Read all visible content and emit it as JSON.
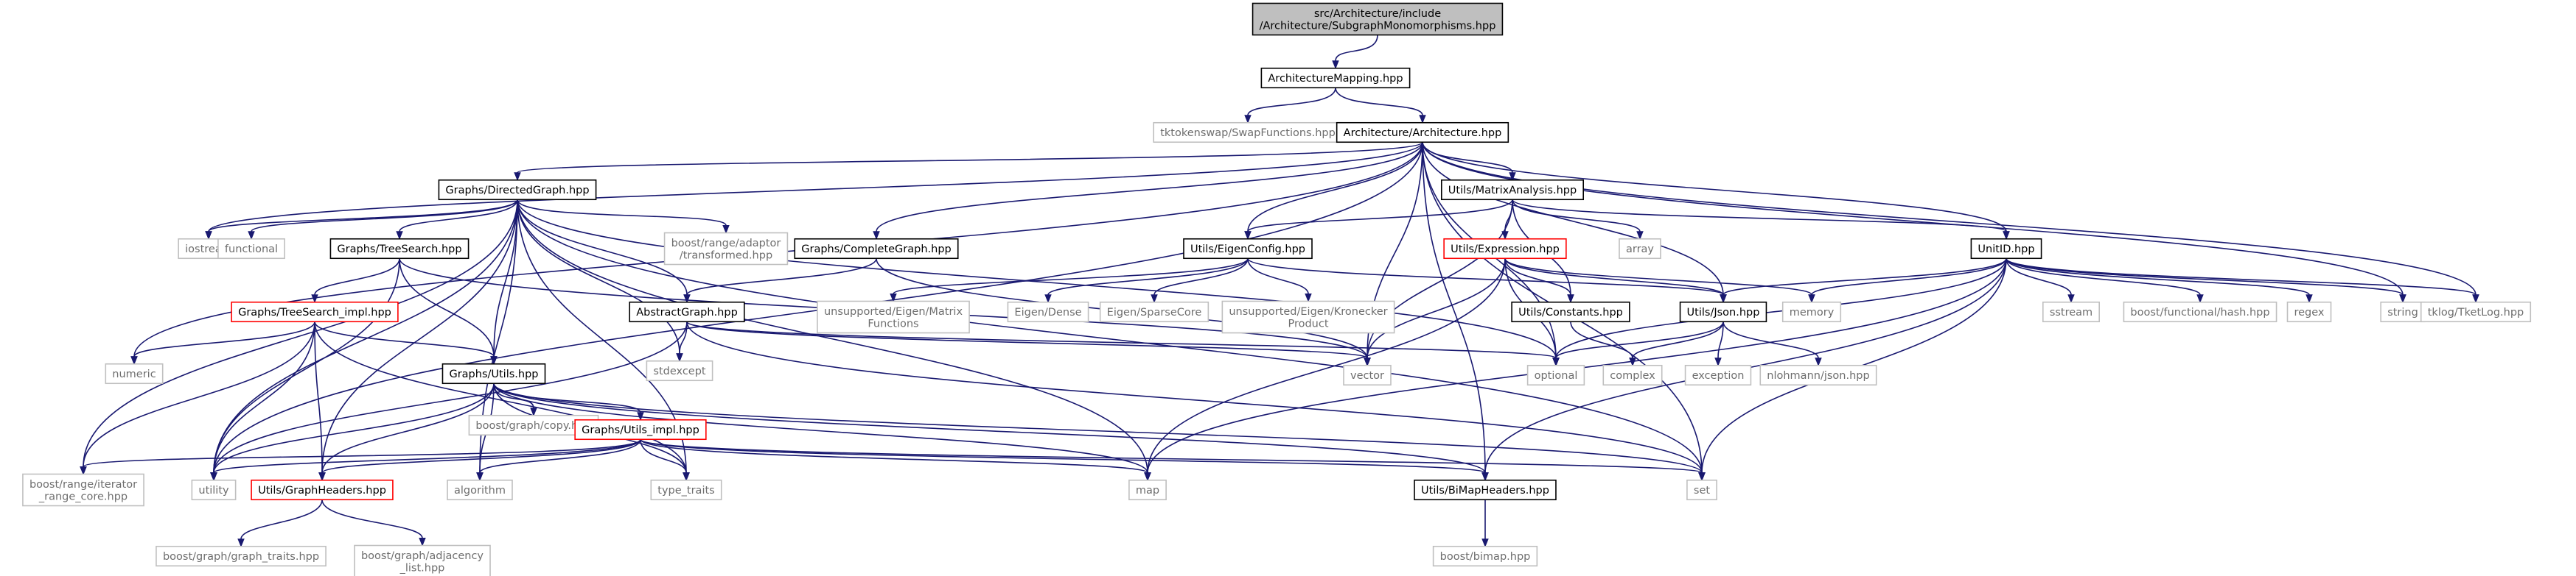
{
  "colors": {
    "edge": "#191970",
    "node_border": "#000000",
    "node_border_red": "#ff0000",
    "node_border_external": "#bfbfbf",
    "node_fill": "#ffffff",
    "root_fill": "#bfbfbf",
    "text": "#000000",
    "text_external": "#6e6e6e"
  },
  "nodes": [
    {
      "id": "root",
      "lines": [
        "src/Architecture/include",
        "/Architecture/SubgraphMonomorphisms.hpp"
      ],
      "kind": "root"
    },
    {
      "id": "archmap",
      "lines": [
        "ArchitectureMapping.hpp"
      ],
      "kind": "normal"
    },
    {
      "id": "swap",
      "lines": [
        "tktokenswap/SwapFunctions.hpp"
      ],
      "kind": "external"
    },
    {
      "id": "arch",
      "lines": [
        "Architecture/Architecture.hpp"
      ],
      "kind": "normal"
    },
    {
      "id": "digraph",
      "lines": [
        "Graphs/DirectedGraph.hpp"
      ],
      "kind": "normal"
    },
    {
      "id": "matrix",
      "lines": [
        "Utils/MatrixAnalysis.hpp"
      ],
      "kind": "normal"
    },
    {
      "id": "iostream",
      "lines": [
        "iostream"
      ],
      "kind": "external"
    },
    {
      "id": "functional",
      "lines": [
        "functional"
      ],
      "kind": "external"
    },
    {
      "id": "treesearch",
      "lines": [
        "Graphs/TreeSearch.hpp"
      ],
      "kind": "normal"
    },
    {
      "id": "transformed",
      "lines": [
        "boost/range/adaptor",
        "/transformed.hpp"
      ],
      "kind": "external"
    },
    {
      "id": "complete",
      "lines": [
        "Graphs/CompleteGraph.hpp"
      ],
      "kind": "normal"
    },
    {
      "id": "eigencfg",
      "lines": [
        "Utils/EigenConfig.hpp"
      ],
      "kind": "normal"
    },
    {
      "id": "expression",
      "lines": [
        "Utils/Expression.hpp"
      ],
      "kind": "red"
    },
    {
      "id": "array",
      "lines": [
        "array"
      ],
      "kind": "external"
    },
    {
      "id": "unitid",
      "lines": [
        "UnitID.hpp"
      ],
      "kind": "normal"
    },
    {
      "id": "tsimpl",
      "lines": [
        "Graphs/TreeSearch_impl.hpp"
      ],
      "kind": "red"
    },
    {
      "id": "abstract",
      "lines": [
        "AbstractGraph.hpp"
      ],
      "kind": "normal"
    },
    {
      "id": "ematfn",
      "lines": [
        "unsupported/Eigen/Matrix",
        "Functions"
      ],
      "kind": "external"
    },
    {
      "id": "edense",
      "lines": [
        "Eigen/Dense"
      ],
      "kind": "external"
    },
    {
      "id": "esparse",
      "lines": [
        "Eigen/SparseCore"
      ],
      "kind": "external"
    },
    {
      "id": "ekron",
      "lines": [
        "unsupported/Eigen/Kronecker",
        "Product"
      ],
      "kind": "external"
    },
    {
      "id": "constants",
      "lines": [
        "Utils/Constants.hpp"
      ],
      "kind": "normal"
    },
    {
      "id": "json",
      "lines": [
        "Utils/Json.hpp"
      ],
      "kind": "normal"
    },
    {
      "id": "memory",
      "lines": [
        "memory"
      ],
      "kind": "external"
    },
    {
      "id": "sstream",
      "lines": [
        "sstream"
      ],
      "kind": "external"
    },
    {
      "id": "hash",
      "lines": [
        "boost/functional/hash.hpp"
      ],
      "kind": "external"
    },
    {
      "id": "regex",
      "lines": [
        "regex"
      ],
      "kind": "external"
    },
    {
      "id": "string",
      "lines": [
        "string"
      ],
      "kind": "external"
    },
    {
      "id": "tketlog",
      "lines": [
        "tklog/TketLog.hpp"
      ],
      "kind": "external"
    },
    {
      "id": "numeric",
      "lines": [
        "numeric"
      ],
      "kind": "external"
    },
    {
      "id": "gutils",
      "lines": [
        "Graphs/Utils.hpp"
      ],
      "kind": "normal"
    },
    {
      "id": "stdexcept",
      "lines": [
        "stdexcept"
      ],
      "kind": "external"
    },
    {
      "id": "vector",
      "lines": [
        "vector"
      ],
      "kind": "external"
    },
    {
      "id": "optional",
      "lines": [
        "optional"
      ],
      "kind": "external"
    },
    {
      "id": "complex",
      "lines": [
        "complex"
      ],
      "kind": "external"
    },
    {
      "id": "exception",
      "lines": [
        "exception"
      ],
      "kind": "external"
    },
    {
      "id": "nlohmann",
      "lines": [
        "nlohmann/json.hpp"
      ],
      "kind": "external"
    },
    {
      "id": "bgcopy",
      "lines": [
        "boost/graph/copy.hpp"
      ],
      "kind": "external"
    },
    {
      "id": "guimpl",
      "lines": [
        "Graphs/Utils_impl.hpp"
      ],
      "kind": "red"
    },
    {
      "id": "itercore",
      "lines": [
        "boost/range/iterator",
        "_range_core.hpp"
      ],
      "kind": "external"
    },
    {
      "id": "utility",
      "lines": [
        "utility"
      ],
      "kind": "external"
    },
    {
      "id": "gheaders",
      "lines": [
        "Utils/GraphHeaders.hpp"
      ],
      "kind": "red"
    },
    {
      "id": "algorithm",
      "lines": [
        "algorithm"
      ],
      "kind": "external"
    },
    {
      "id": "typetraits",
      "lines": [
        "type_traits"
      ],
      "kind": "external"
    },
    {
      "id": "map",
      "lines": [
        "map"
      ],
      "kind": "external"
    },
    {
      "id": "bimapheaders",
      "lines": [
        "Utils/BiMapHeaders.hpp"
      ],
      "kind": "normal"
    },
    {
      "id": "set",
      "lines": [
        "set"
      ],
      "kind": "external"
    },
    {
      "id": "graphtraits",
      "lines": [
        "boost/graph/graph_traits.hpp"
      ],
      "kind": "external"
    },
    {
      "id": "adjlist",
      "lines": [
        "boost/graph/adjacency",
        "_list.hpp"
      ],
      "kind": "external"
    },
    {
      "id": "bimap",
      "lines": [
        "boost/bimap.hpp"
      ],
      "kind": "external"
    }
  ],
  "edges": [
    [
      "root",
      "archmap"
    ],
    [
      "archmap",
      "swap"
    ],
    [
      "archmap",
      "arch"
    ],
    [
      "arch",
      "digraph"
    ],
    [
      "arch",
      "matrix"
    ],
    [
      "arch",
      "complete"
    ],
    [
      "arch",
      "eigencfg"
    ],
    [
      "arch",
      "unitid"
    ],
    [
      "arch",
      "json"
    ],
    [
      "arch",
      "bimapheaders"
    ],
    [
      "arch",
      "vector"
    ],
    [
      "arch",
      "set"
    ],
    [
      "arch",
      "iostream"
    ],
    [
      "arch",
      "numeric"
    ],
    [
      "arch",
      "utility"
    ],
    [
      "arch",
      "string"
    ],
    [
      "arch",
      "tketlog"
    ],
    [
      "arch",
      "optional"
    ],
    [
      "digraph",
      "iostream"
    ],
    [
      "digraph",
      "functional"
    ],
    [
      "digraph",
      "treesearch"
    ],
    [
      "digraph",
      "transformed"
    ],
    [
      "digraph",
      "abstract"
    ],
    [
      "digraph",
      "gutils"
    ],
    [
      "digraph",
      "stdexcept"
    ],
    [
      "digraph",
      "optional"
    ],
    [
      "digraph",
      "itercore"
    ],
    [
      "digraph",
      "gheaders"
    ],
    [
      "digraph",
      "typetraits"
    ],
    [
      "digraph",
      "algorithm"
    ],
    [
      "digraph",
      "map"
    ],
    [
      "digraph",
      "set"
    ],
    [
      "digraph",
      "utility"
    ],
    [
      "matrix",
      "eigencfg"
    ],
    [
      "matrix",
      "expression"
    ],
    [
      "matrix",
      "array"
    ],
    [
      "matrix",
      "unitid"
    ],
    [
      "matrix",
      "vector"
    ],
    [
      "matrix",
      "constants"
    ],
    [
      "treesearch",
      "tsimpl"
    ],
    [
      "treesearch",
      "gutils"
    ],
    [
      "treesearch",
      "vector"
    ],
    [
      "treesearch",
      "utility"
    ],
    [
      "complete",
      "abstract"
    ],
    [
      "complete",
      "vector"
    ],
    [
      "eigencfg",
      "ematfn"
    ],
    [
      "eigencfg",
      "edense"
    ],
    [
      "eigencfg",
      "esparse"
    ],
    [
      "eigencfg",
      "ekron"
    ],
    [
      "eigencfg",
      "json"
    ],
    [
      "expression",
      "constants"
    ],
    [
      "expression",
      "json"
    ],
    [
      "expression",
      "memory"
    ],
    [
      "expression",
      "vector"
    ],
    [
      "expression",
      "optional"
    ],
    [
      "expression",
      "map"
    ],
    [
      "unitid",
      "json"
    ],
    [
      "unitid",
      "memory"
    ],
    [
      "unitid",
      "sstream"
    ],
    [
      "unitid",
      "hash"
    ],
    [
      "unitid",
      "regex"
    ],
    [
      "unitid",
      "string"
    ],
    [
      "unitid",
      "tketlog"
    ],
    [
      "unitid",
      "optional"
    ],
    [
      "unitid",
      "map"
    ],
    [
      "unitid",
      "set"
    ],
    [
      "unitid",
      "bimapheaders"
    ],
    [
      "tsimpl",
      "gutils"
    ],
    [
      "tsimpl",
      "numeric"
    ],
    [
      "tsimpl",
      "utility"
    ],
    [
      "tsimpl",
      "itercore"
    ],
    [
      "tsimpl",
      "gheaders"
    ],
    [
      "tsimpl",
      "typetraits"
    ],
    [
      "abstract",
      "vector"
    ],
    [
      "abstract",
      "stdexcept"
    ],
    [
      "abstract",
      "optional"
    ],
    [
      "abstract",
      "set"
    ],
    [
      "abstract",
      "utility"
    ],
    [
      "constants",
      "complex"
    ],
    [
      "json",
      "complex"
    ],
    [
      "json",
      "exception"
    ],
    [
      "json",
      "nlohmann"
    ],
    [
      "json",
      "optional"
    ],
    [
      "gutils",
      "bgcopy"
    ],
    [
      "gutils",
      "guimpl"
    ],
    [
      "gutils",
      "gheaders"
    ],
    [
      "gutils",
      "algorithm"
    ],
    [
      "gutils",
      "typetraits"
    ],
    [
      "gutils",
      "map"
    ],
    [
      "gutils",
      "set"
    ],
    [
      "gutils",
      "bimapheaders"
    ],
    [
      "gutils",
      "utility"
    ],
    [
      "guimpl",
      "itercore"
    ],
    [
      "guimpl",
      "utility"
    ],
    [
      "guimpl",
      "gheaders"
    ],
    [
      "guimpl",
      "algorithm"
    ],
    [
      "guimpl",
      "typetraits"
    ],
    [
      "guimpl",
      "map"
    ],
    [
      "guimpl",
      "set"
    ],
    [
      "guimpl",
      "bimapheaders"
    ],
    [
      "gheaders",
      "graphtraits"
    ],
    [
      "gheaders",
      "adjlist"
    ],
    [
      "bimapheaders",
      "bimap"
    ]
  ]
}
